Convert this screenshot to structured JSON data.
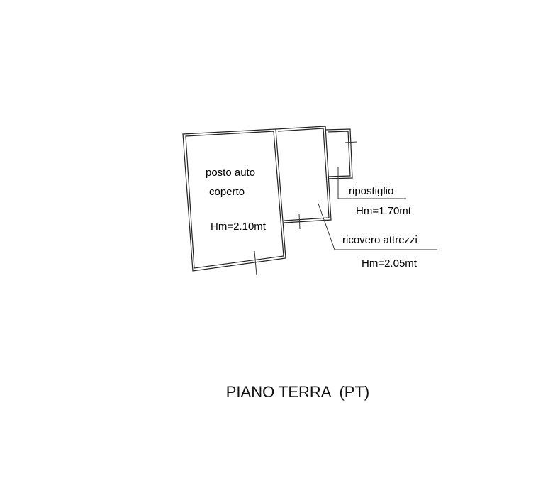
{
  "rooms": {
    "posto_auto": {
      "name_line1": "posto auto",
      "name_line2": "coperto",
      "height": "Hm=2.10mt"
    },
    "ripostiglio": {
      "name": "ripostiglio",
      "height": "Hm=1.70mt"
    },
    "ricovero": {
      "name": "ricovero attrezzi",
      "height": "Hm=2.05mt"
    }
  },
  "floor_title": "PIANO TERRA  (PT)"
}
